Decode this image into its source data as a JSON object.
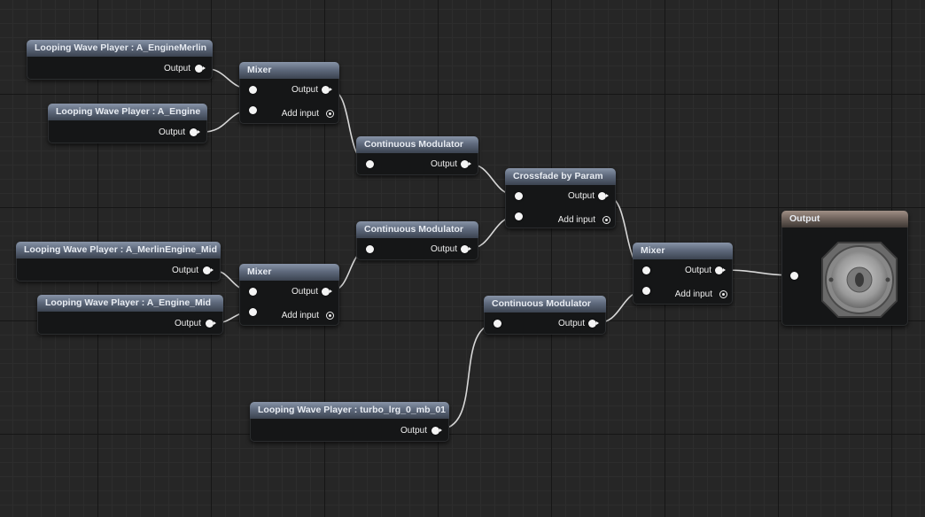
{
  "labels": {
    "output_pin": "Output",
    "add_input": "Add input",
    "mixer": "Mixer",
    "continuous_modulator": "Continuous Modulator",
    "crossfade": "Crossfade by Param",
    "output_node": "Output"
  },
  "wave_players": [
    {
      "title": "Looping Wave Player : A_EngineMerlin"
    },
    {
      "title": "Looping Wave Player : A_Engine"
    },
    {
      "title": "Looping Wave Player : A_MerlinEngine_Mid"
    },
    {
      "title": "Looping Wave Player : A_Engine_Mid"
    },
    {
      "title": "Looping Wave Player : turbo_lrg_0_mb_01"
    }
  ],
  "colors": {
    "wire": "#d8d8d8",
    "pin": "#f4f4f4",
    "node_body": "#151617",
    "header_blue": "#5f6a7d",
    "header_output": "#72655e"
  },
  "icons": [
    "speaker-icon",
    "add-input-icon"
  ]
}
